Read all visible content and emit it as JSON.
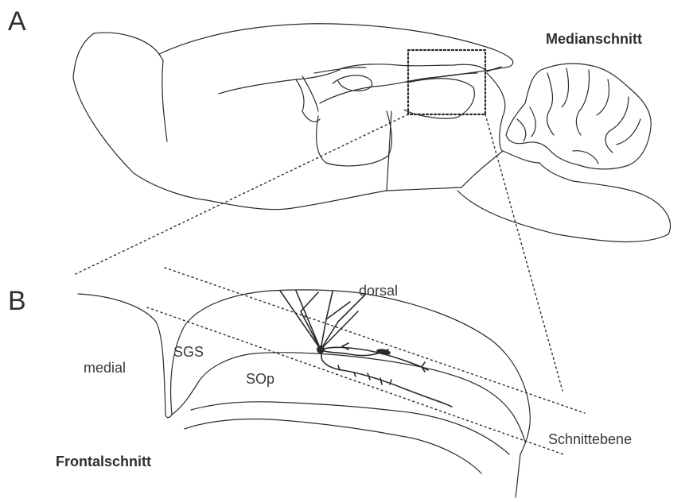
{
  "figure": {
    "panel_a": {
      "letter": "A",
      "title": "Medianschnitt"
    },
    "panel_b": {
      "letter": "B",
      "title": "Frontalschnitt",
      "labels": {
        "dorsal": "dorsal",
        "medial": "medial",
        "sgs": "SGS",
        "sop": "SOp",
        "section_plane": "Schnittebene"
      }
    }
  },
  "colors": {
    "line": "#2b2b2b",
    "text": "#3a3a3a",
    "background": "#ffffff"
  }
}
